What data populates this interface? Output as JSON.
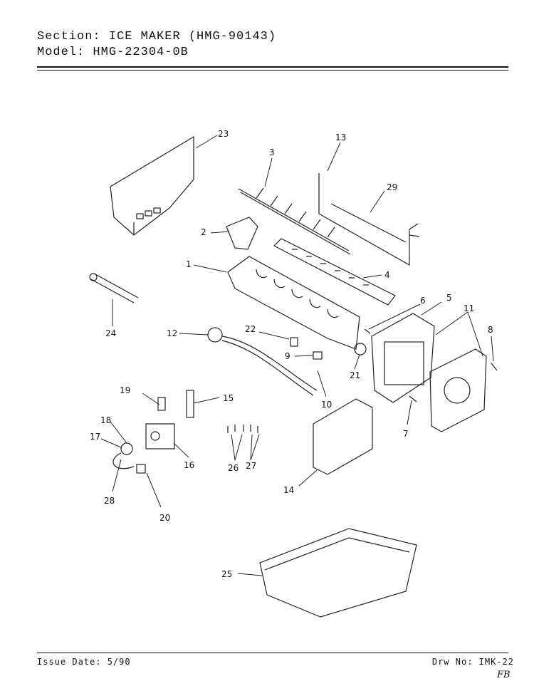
{
  "header": {
    "section_label": "Section:",
    "section_value": "ICE MAKER (HMG-90143)",
    "model_label": "Model:",
    "model_value": "HMG-22304-0B"
  },
  "callouts": [
    "1",
    "2",
    "3",
    "4",
    "5",
    "6",
    "7",
    "8",
    "9",
    "10",
    "11",
    "12",
    "13",
    "14",
    "15",
    "16",
    "17",
    "18",
    "19",
    "20",
    "21",
    "22",
    "23",
    "24",
    "25",
    "26",
    "27",
    "28",
    "29"
  ],
  "footer": {
    "issue_date": "Issue Date: 5/90",
    "drawing_no": "Drw No: IMK-22",
    "initials": "FB"
  }
}
